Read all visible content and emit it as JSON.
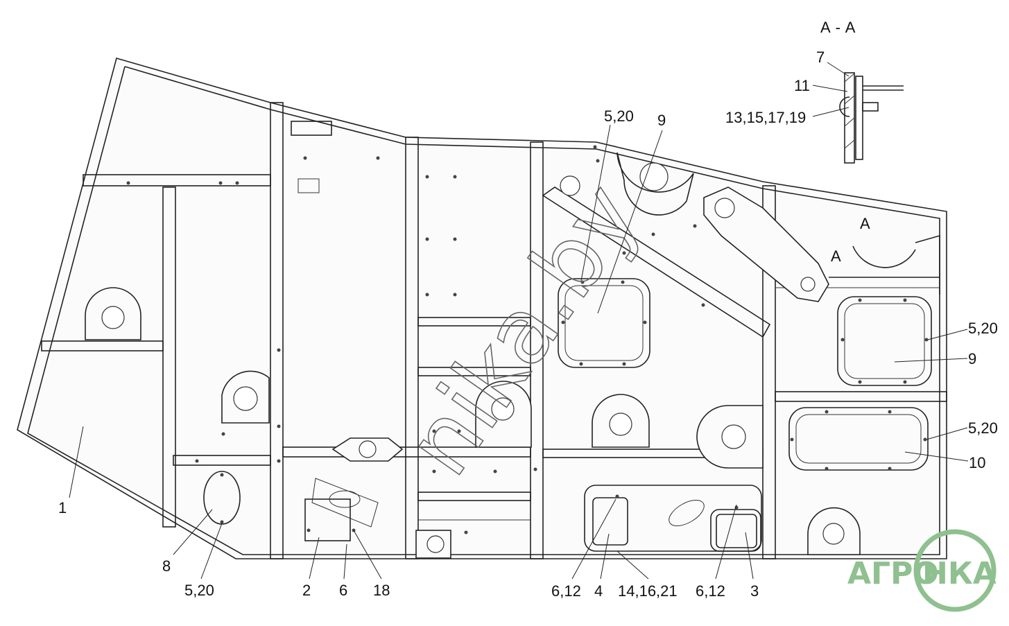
{
  "section": {
    "title": "A - A",
    "cut_mark": "A"
  },
  "callouts": {
    "c1": "1",
    "c2": "2",
    "c3": "3",
    "c4": "4",
    "c6": "6",
    "c7": "7",
    "c8": "8",
    "c9a": "9",
    "c9b": "9",
    "c10": "10",
    "c11": "11",
    "c18": "18",
    "c520a": "5,20",
    "c520b": "5,20",
    "c520c": "5,20",
    "c520d": "5,20",
    "c612a": "6,12",
    "c612b": "6,12",
    "c141621": "14,16,21",
    "c13151719": "13,15,17,19"
  },
  "watermark": {
    "text": "nika.by"
  },
  "logo": {
    "left": "АГРО",
    "right": "НКА",
    "color": "#8fc08f"
  }
}
